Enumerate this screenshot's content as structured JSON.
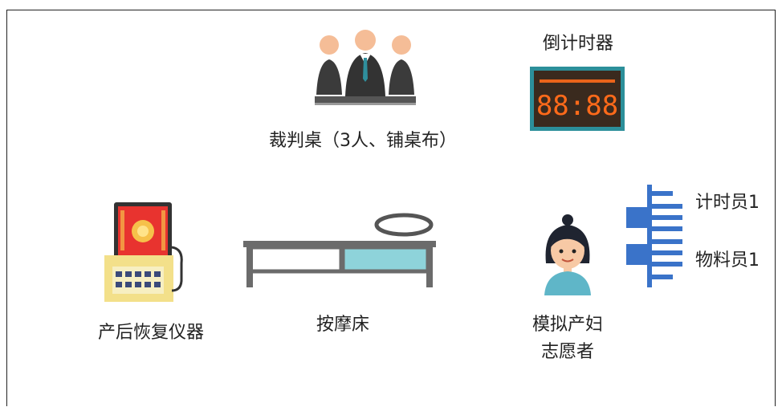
{
  "labels": {
    "judge_table": "裁判桌（3人、铺桌布）",
    "countdown_timer": "倒计时器",
    "timer_display": "88:88",
    "postpartum_device": "产后恢复仪器",
    "massage_bed": "按摩床",
    "volunteer_line1": "模拟产妇",
    "volunteer_line2": "志愿者",
    "timekeeper": "计时员1",
    "materials_staff": "物料员1"
  },
  "colors": {
    "skin": "#f5bd97",
    "suit": "#3b3b3b",
    "tie": "#2f8f9d",
    "timer_bg": "#3a2a1e",
    "timer_digits": "#ff6a1a",
    "timer_frame": "#2c8f9a",
    "bed_frame": "#6b6b6b",
    "bed_pillow": "#8ed3da",
    "device_screen": "#e8332f",
    "device_body": "#f3e08a",
    "org_blue": "#3a73c9"
  }
}
